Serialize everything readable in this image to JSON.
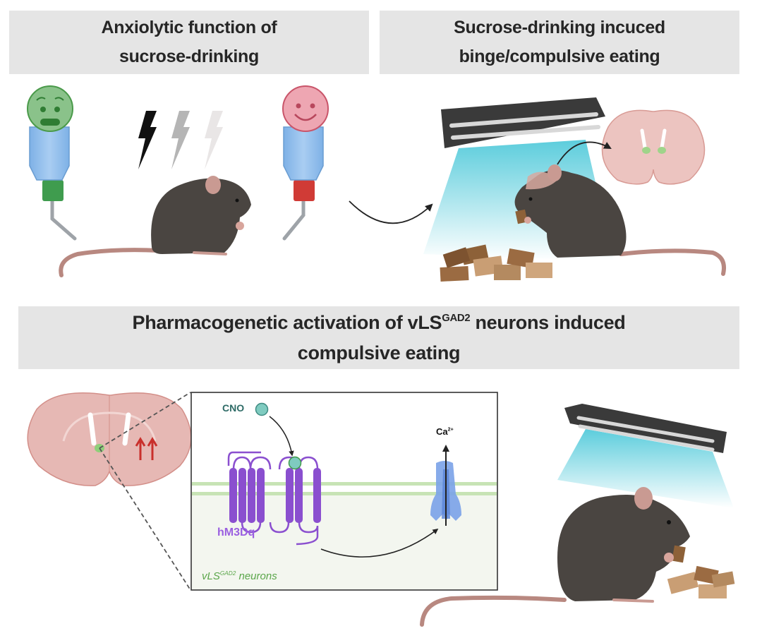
{
  "panels": {
    "top_left": {
      "title_line1": "Anxiolytic function of",
      "title_line2": "sucrose-drinking",
      "elements": [
        "anxious-face-icon",
        "water-bottle-green-cap",
        "lightning-bolts",
        "mouse",
        "happy-face-icon",
        "water-bottle-red-cap"
      ]
    },
    "top_right": {
      "title_line1": "Sucrose-drinking incuced",
      "title_line2": "binge/compulsive eating",
      "elements": [
        "lamp",
        "mouse-eating",
        "food-pellets",
        "brain-coronal-section"
      ]
    },
    "bottom": {
      "title_line1_pre": "Pharmacogenetic activation of vLS",
      "title_line1_sup": "GAD2",
      "title_line1_post": " neurons induced",
      "title_line2": "compulsive eating",
      "inset": {
        "ligand_label": "CNO",
        "receptor_label": "hM3Dq",
        "ion_label": "Ca",
        "ion_charge": "2+",
        "region_label_pre": "vLS",
        "region_label_sup": "GAD2",
        "region_label_post": " neurons"
      }
    }
  },
  "colors": {
    "banner_bg": "#e5e5e5",
    "banner_text": "#262626",
    "mouse_body": "#4a4541",
    "tail": "#b88880",
    "brain": "#e6b8b4",
    "receptor": "#8a4fcf",
    "cno": "#7fcbc0",
    "cno_text": "#2e6b66",
    "channel": "#7aa2e8",
    "membrane": "#c7e3b5",
    "region_text": "#5aa64a",
    "light_beam": "#3fc4d6",
    "arrow_red": "#c9302c"
  }
}
